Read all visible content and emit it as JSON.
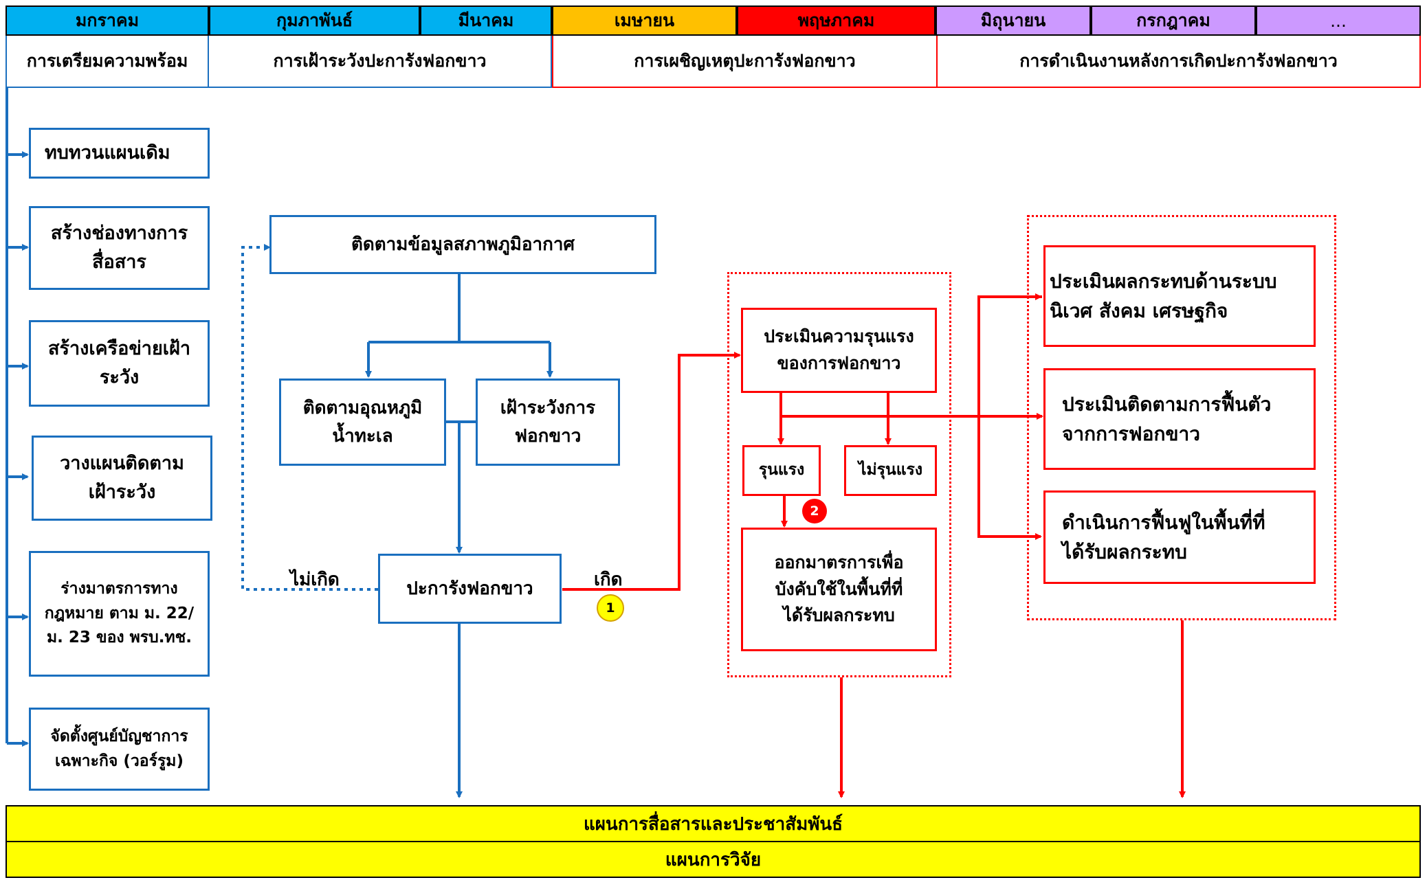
{
  "months": [
    {
      "label": "มกราคม",
      "color": "#00b0f0"
    },
    {
      "label": "กุมภาพันธ์",
      "color": "#00b0f0"
    },
    {
      "label": "มีนาคม",
      "color": "#00b0f0"
    },
    {
      "label": "เมษายน",
      "color": "#ffc000"
    },
    {
      "label": "พฤษภาคม",
      "color": "#ff0000"
    },
    {
      "label": "มิถุนายน",
      "color": "#cc99ff"
    },
    {
      "label": "กรกฎาคม",
      "color": "#cc99ff"
    },
    {
      "label": "...",
      "color": "#cc99ff"
    }
  ],
  "phases": [
    {
      "label": "การเตรียมความพร้อม"
    },
    {
      "label": "การเฝ้าระวังปะการังฟอกขาว"
    },
    {
      "label": "การเผชิญเหตุปะการังฟอกขาว"
    },
    {
      "label": "การดำเนินงานหลังการเกิดปะการังฟอกขาว"
    }
  ],
  "prep_steps": [
    "ทบทวนแผนเดิม",
    "สร้างช่องทางการ\nสื่อสาร",
    "สร้างเครือข่ายเฝ้า\nระวัง",
    "วางแผนติดตาม\nเฝ้าระวัง",
    "ร่างมาตรการทาง\nกฎหมาย ตาม ม. 22/\nม. 23 ของ พรบ.ทช.",
    "จัดตั้งศูนย์บัญชาการ\nเฉพาะกิจ (วอร์รูม)"
  ],
  "monitoring": {
    "weather": "ติดตามข้อมูลสภาพภูมิอากาศ",
    "sea_temp": "ติดตามอุณหภูมิ\nน้ำทะเล",
    "watch": "เฝ้าระวังการ\nฟอกขาว",
    "bleaching": "ปะการังฟอกขาว",
    "not_occur": "ไม่เกิด",
    "occur": "เกิด"
  },
  "response": {
    "assess": "ประเมินความรุนแรง\nของการฟอกขาว",
    "severe": "รุนแรง",
    "not_severe": "ไม่รุนแรง",
    "measures": "ออกมาตรการเพื่อ\nบังคับใช้ในพื้นที่ที่\nได้รับผลกระทบ"
  },
  "post": {
    "impact": "ประเมินผลกระทบด้านระบบ\nนิเวศ สังคม เศรษฐกิจ",
    "recovery": "ประเมินติดตามการฟื้นตัว\nจากการฟอกขาว",
    "restore": "ดำเนินการฟื้นฟูในพื้นที่ที่\nได้รับผลกระทบ"
  },
  "badges": {
    "one": "1",
    "two": "2"
  },
  "bottom": {
    "comm": "แผนการสื่อสารและประชาสัมพันธ์",
    "research": "แผนการวิจัย"
  },
  "colors": {
    "blue": "#1a6fbf",
    "red": "#ff0000",
    "yellow": "#ffff00"
  }
}
